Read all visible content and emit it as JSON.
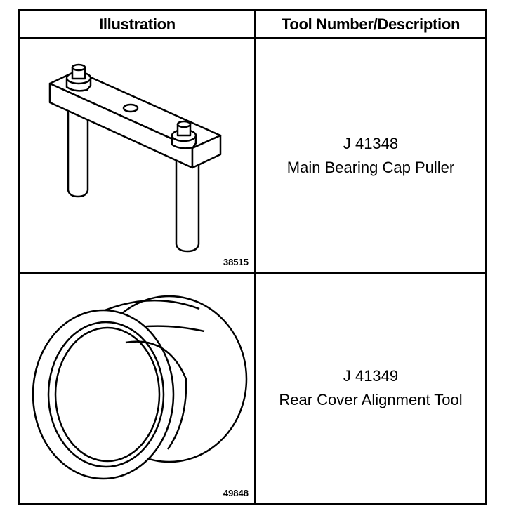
{
  "table": {
    "headers": [
      "Illustration",
      "Tool Number/Description"
    ],
    "rows": [
      {
        "figure_id": "38515",
        "tool_number": "J 41348",
        "description": "Main Bearing Cap Puller",
        "illustration_icon": "bearing-cap-puller-icon"
      },
      {
        "figure_id": "49848",
        "tool_number": "J 41349",
        "description": "Rear Cover Alignment Tool",
        "illustration_icon": "alignment-ring-icon"
      }
    ]
  }
}
